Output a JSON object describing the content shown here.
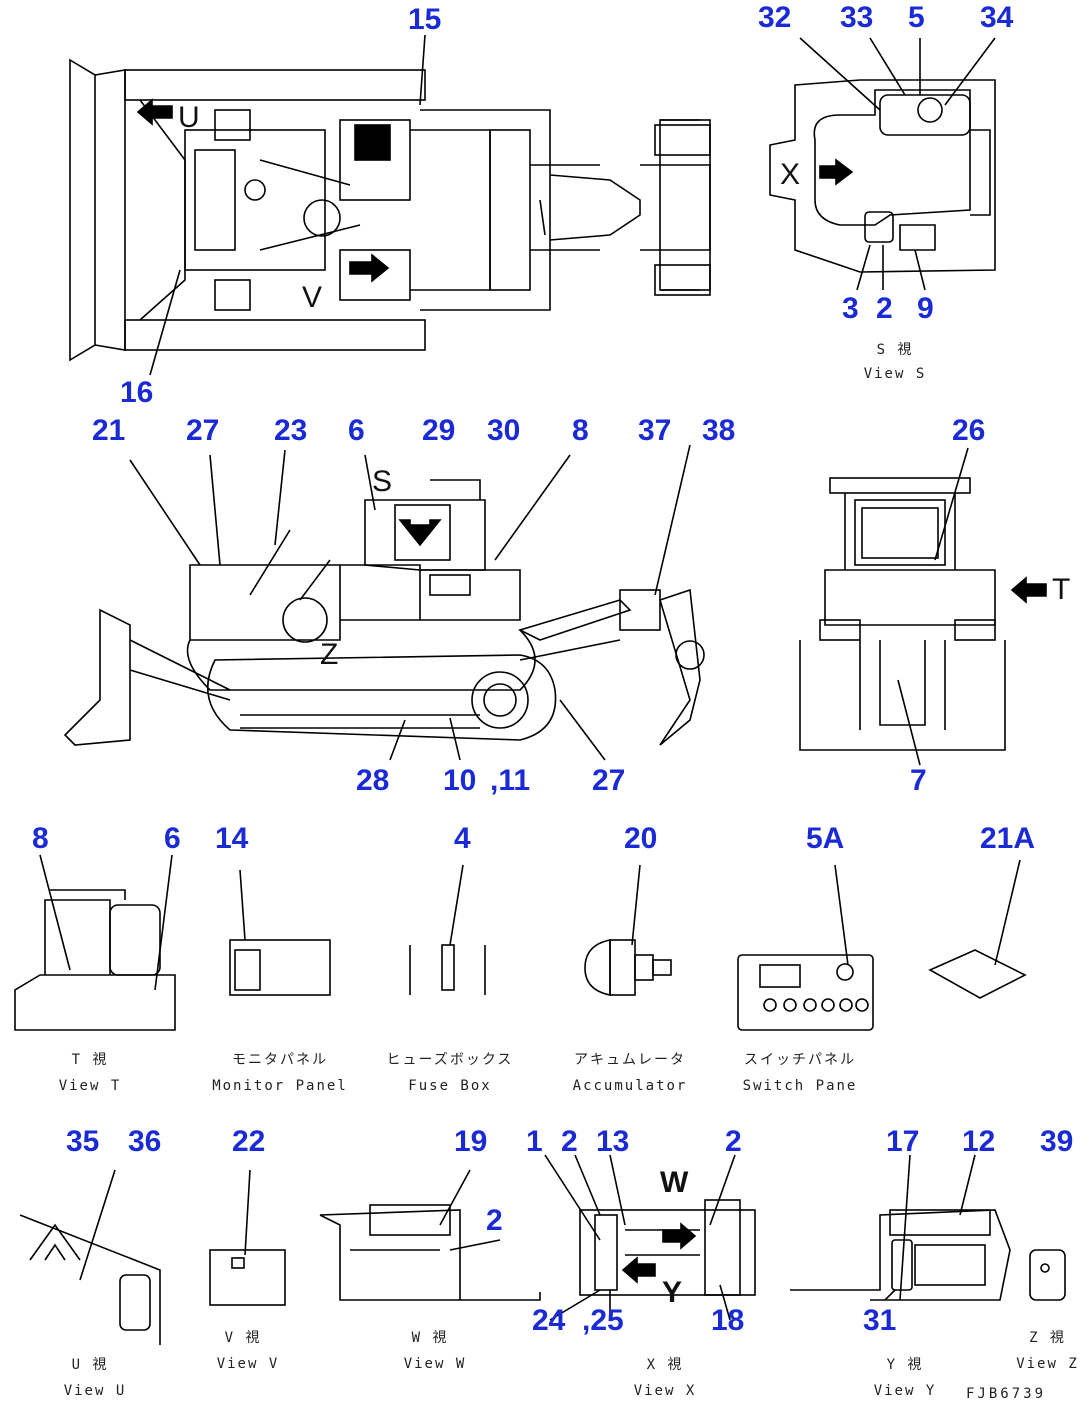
{
  "callouts": {
    "n15": "15",
    "n32": "32",
    "n33": "33",
    "n5": "5",
    "n34": "34",
    "n3": "3",
    "n2a": "2",
    "n9": "9",
    "n16": "16",
    "n21": "21",
    "n27a": "27",
    "n23": "23",
    "n6a": "6",
    "n29": "29",
    "n30": "30",
    "n8a": "8",
    "n37": "37",
    "n38": "38",
    "n26": "26",
    "n28": "28",
    "n10": "10",
    "n11": ",11",
    "n27b": "27",
    "n7": "7",
    "n8b": "8",
    "n6b": "6",
    "n14": "14",
    "n4": "4",
    "n20": "20",
    "n5A": "5A",
    "n21A": "21A",
    "n35": "35",
    "n36": "36",
    "n22": "22",
    "n19": "19",
    "n2b": "2",
    "n1": "1",
    "n2c": "2",
    "n13": "13",
    "n2d": "2",
    "n17": "17",
    "n12": "12",
    "n39": "39",
    "n24": "24",
    "n25": ",25",
    "n18": "18",
    "n31": "31"
  },
  "view_letters": {
    "U": "U",
    "V": "V",
    "X": "X",
    "S": "S",
    "Z": "Z",
    "T": "T",
    "W": "W",
    "Y": "Y"
  },
  "captions": {
    "view_s_jp": "S 視",
    "view_s_en": "View S",
    "view_t_jp": "T 視",
    "view_t_en": "View T",
    "monitor_jp": "モニタパネル",
    "monitor_en": "Monitor Panel",
    "fuse_jp": "ヒューズボックス",
    "fuse_en": "Fuse Box",
    "accum_jp": "アキュムレータ",
    "accum_en": "Accumulator",
    "switch_jp": "スイッチパネル",
    "switch_en": "Switch Pane",
    "view_u_jp": "U 視",
    "view_u_en": "View U",
    "view_v_jp": "V 視",
    "view_v_en": "View V",
    "view_w_jp": "W 視",
    "view_w_en": "View W",
    "view_x_jp": "X 視",
    "view_x_en": "View X",
    "view_y_jp": "Y 視",
    "view_y_en": "View Y",
    "view_z_jp": "Z 視",
    "view_z_en": "View Z"
  },
  "drawing_code": "FJB6739",
  "colors": {
    "callout": "#1a2bd6",
    "line": "#000000"
  }
}
